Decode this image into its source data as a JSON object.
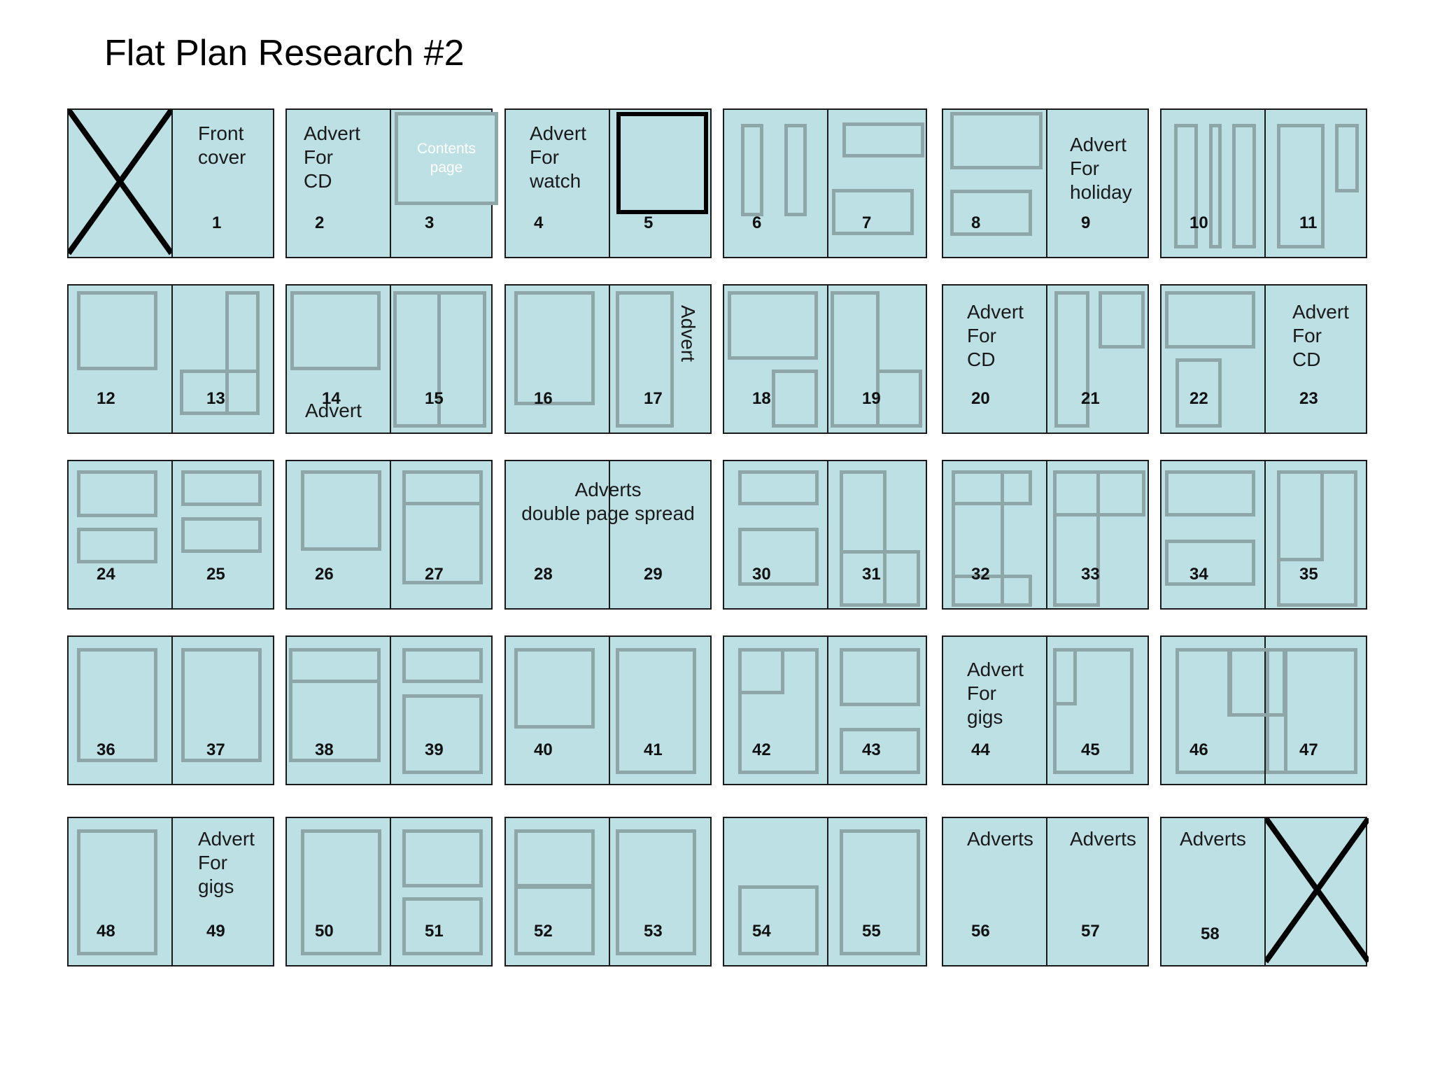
{
  "title": "Flat Plan Research #2",
  "colors": {
    "page_fill": "#bde0e4",
    "placeholder_border": "#8fa6a8",
    "outline": "#1a1a1a"
  },
  "spreads": [
    {
      "row": 0,
      "col": 0,
      "left": {
        "number": "",
        "crossed": true
      },
      "right": {
        "number": "1",
        "label": "Front\ncover"
      }
    },
    {
      "row": 0,
      "col": 1,
      "left": {
        "number": "2",
        "label": "Advert\nFor\nCD"
      },
      "right": {
        "number": "3",
        "contents_label": "Contents\npage"
      }
    },
    {
      "row": 0,
      "col": 2,
      "left": {
        "number": "4",
        "label": "Advert\nFor\nwatch"
      },
      "right": {
        "number": "5"
      }
    },
    {
      "row": 0,
      "col": 3,
      "left": {
        "number": "6"
      },
      "right": {
        "number": "7"
      }
    },
    {
      "row": 0,
      "col": 4,
      "left": {
        "number": "8"
      },
      "right": {
        "number": "9",
        "label": "Advert\nFor\nholiday"
      }
    },
    {
      "row": 0,
      "col": 5,
      "left": {
        "number": "10"
      },
      "right": {
        "number": "11"
      }
    },
    {
      "row": 1,
      "col": 0,
      "left": {
        "number": "12"
      },
      "right": {
        "number": "13"
      }
    },
    {
      "row": 1,
      "col": 1,
      "left": {
        "number": "14",
        "label": "Advert"
      },
      "right": {
        "number": "15"
      }
    },
    {
      "row": 1,
      "col": 2,
      "left": {
        "number": "16"
      },
      "right": {
        "number": "17",
        "label": "Advert"
      }
    },
    {
      "row": 1,
      "col": 3,
      "left": {
        "number": "18"
      },
      "right": {
        "number": "19"
      }
    },
    {
      "row": 1,
      "col": 4,
      "left": {
        "number": "20",
        "label": "Advert\nFor\nCD"
      },
      "right": {
        "number": "21"
      }
    },
    {
      "row": 1,
      "col": 5,
      "left": {
        "number": "22"
      },
      "right": {
        "number": "23",
        "label": "Advert\nFor\nCD"
      }
    },
    {
      "row": 2,
      "col": 0,
      "left": {
        "number": "24"
      },
      "right": {
        "number": "25"
      }
    },
    {
      "row": 2,
      "col": 1,
      "left": {
        "number": "26"
      },
      "right": {
        "number": "27"
      }
    },
    {
      "row": 2,
      "col": 2,
      "left": {
        "number": "28"
      },
      "right": {
        "number": "29"
      },
      "spread_label": "Adverts\ndouble page spread"
    },
    {
      "row": 2,
      "col": 3,
      "left": {
        "number": "30"
      },
      "right": {
        "number": "31"
      }
    },
    {
      "row": 2,
      "col": 4,
      "left": {
        "number": "32"
      },
      "right": {
        "number": "33"
      }
    },
    {
      "row": 2,
      "col": 5,
      "left": {
        "number": "34"
      },
      "right": {
        "number": "35"
      }
    },
    {
      "row": 3,
      "col": 0,
      "left": {
        "number": "36"
      },
      "right": {
        "number": "37"
      }
    },
    {
      "row": 3,
      "col": 1,
      "left": {
        "number": "38"
      },
      "right": {
        "number": "39"
      }
    },
    {
      "row": 3,
      "col": 2,
      "left": {
        "number": "40"
      },
      "right": {
        "number": "41"
      }
    },
    {
      "row": 3,
      "col": 3,
      "left": {
        "number": "42"
      },
      "right": {
        "number": "43"
      }
    },
    {
      "row": 3,
      "col": 4,
      "left": {
        "number": "44",
        "label": "Advert\nFor\ngigs"
      },
      "right": {
        "number": "45"
      }
    },
    {
      "row": 3,
      "col": 5,
      "left": {
        "number": "46"
      },
      "right": {
        "number": "47"
      }
    },
    {
      "row": 4,
      "col": 0,
      "left": {
        "number": "48"
      },
      "right": {
        "number": "49",
        "label": "Advert\nFor\ngigs"
      }
    },
    {
      "row": 4,
      "col": 1,
      "left": {
        "number": "50"
      },
      "right": {
        "number": "51"
      }
    },
    {
      "row": 4,
      "col": 2,
      "left": {
        "number": "52"
      },
      "right": {
        "number": "53"
      }
    },
    {
      "row": 4,
      "col": 3,
      "left": {
        "number": "54"
      },
      "right": {
        "number": "55"
      }
    },
    {
      "row": 4,
      "col": 4,
      "left": {
        "number": "56",
        "label": "Adverts"
      },
      "right": {
        "number": "57",
        "label": "Adverts"
      }
    },
    {
      "row": 4,
      "col": 5,
      "left": {
        "number": "58",
        "label": "Adverts"
      },
      "right": {
        "number": "",
        "crossed": true
      }
    }
  ]
}
